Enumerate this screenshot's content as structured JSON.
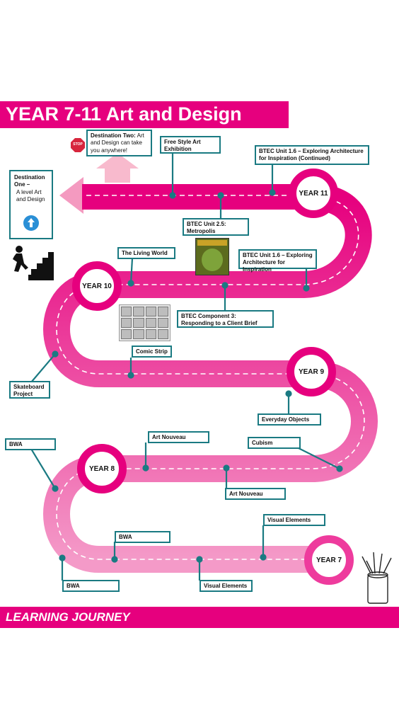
{
  "header": {
    "title": "YEAR 7-11 Art and Design"
  },
  "footer": {
    "title": "LEARNING JOURNEY"
  },
  "destination_one": {
    "title": "Destination One –",
    "text": "A level Art and Design"
  },
  "destination_two": {
    "title": "Destination Two:",
    "text": "Art and Design can take you anywhere!"
  },
  "stop_sign": "STOP",
  "years": {
    "y7": "YEAR 7",
    "y8": "YEAR 8",
    "y9": "YEAR 9",
    "y10": "YEAR 10",
    "y11": "YEAR 11"
  },
  "labels": {
    "free_style": "Free Style Art Exhibition",
    "btec_16_cont": "BTEC Unit 1.6 – Exploring Architecture for Inspiration (Continued)",
    "btec_25": "BTEC Unit 2.5: Metropolis",
    "btec_16": "BTEC Unit 1.6 – Exploring Architecture for Inspiration",
    "living_world": "The Living World",
    "btec_comp3": "BTEC Component 3: Responding to a Client Brief",
    "comic_strip": "Comic Strip",
    "skateboard": "Skateboard Project",
    "everyday_objects": "Everyday Objects",
    "cubism": "Cubism",
    "art_nouveau_top": "Art Nouveau",
    "art_nouveau_bottom": "Art Nouveau",
    "bwa_left_top": "BWA",
    "bwa_mid": "BWA",
    "bwa_bottom": "BWA",
    "visual_elements_top": "Visual Elements",
    "visual_elements_bottom": "Visual Elements"
  },
  "colors": {
    "road_dark": "#e6007e",
    "road_light": "#f07dbd",
    "connector": "#1a7a82"
  },
  "icons": [
    "stop-sign-icon",
    "up-arrow-icon",
    "stairs-climber-icon",
    "pencil-pot-icon",
    "comic-strip-image",
    "metropolis-book-image"
  ]
}
